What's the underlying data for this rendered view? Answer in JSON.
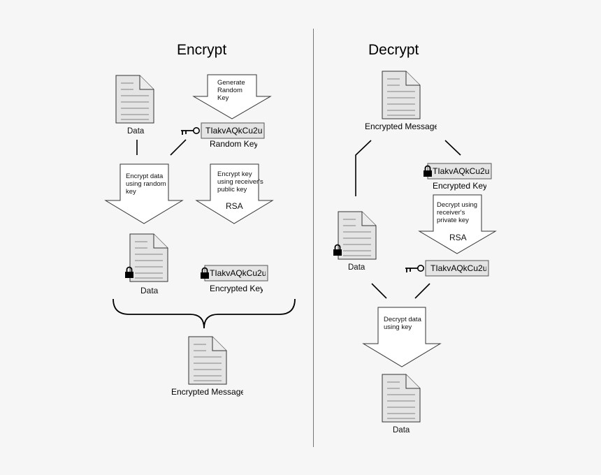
{
  "encrypt": {
    "title": "Encrypt",
    "data_label": "Data",
    "generate_step": "Generate\nRandom\nKey",
    "random_key_value": "TIakvAQkCu2u",
    "random_key_label": "Random Key",
    "encrypt_data_step": "Encrypt data\nusing random\nkey",
    "encrypt_key_step": "Encrypt key\nusing receiver's\npublic key",
    "encrypt_key_algo": "RSA",
    "encrypted_data_label": "Data",
    "encrypted_key_value": "TIakvAQkCu2u",
    "encrypted_key_label": "Encrypted Key",
    "message_label": "Encrypted Message"
  },
  "decrypt": {
    "title": "Decrypt",
    "message_label": "Encrypted Message",
    "encrypted_key_value": "TIakvAQkCu2u",
    "encrypted_key_label": "Encrypted Key",
    "decrypt_key_step": "Decrypt using\nreceiver's\nprivate key",
    "decrypt_key_algo": "RSA",
    "encrypted_data_label": "Data",
    "key_value": "TIakvAQkCu2u",
    "decrypt_data_step": "Decrypt data\nusing key",
    "data_label": "Data"
  },
  "icons": [
    "document-icon",
    "lock-icon",
    "key-icon",
    "down-arrow-shape",
    "curly-brace"
  ]
}
